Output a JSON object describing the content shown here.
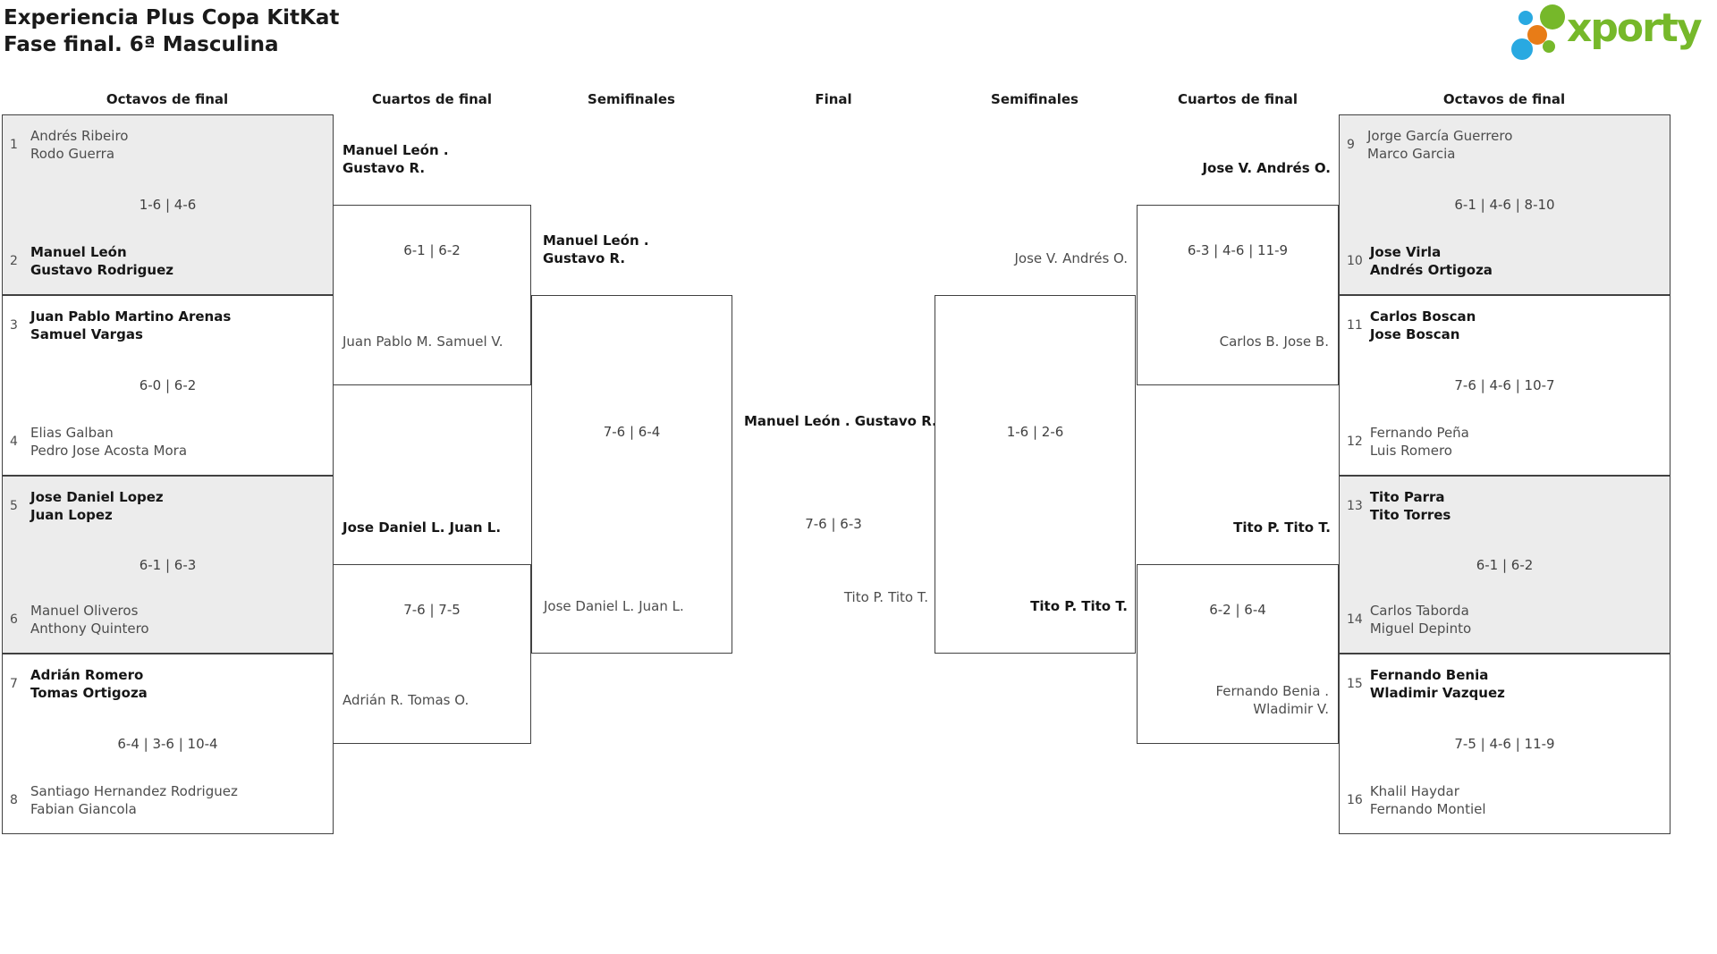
{
  "header": {
    "title_line1": "Experiencia Plus Copa KitKat",
    "title_line2": "Fase final. 6ª Masculina",
    "logo_text": "xporty",
    "logo_colors": {
      "green": "#76b82a",
      "blue": "#29a9e1",
      "orange": "#e87c17"
    }
  },
  "round_headers": [
    "Octavos de final",
    "Cuartos de final",
    "Semifinales",
    "Final",
    "Semifinales",
    "Cuartos de final",
    "Octavos de final"
  ],
  "colors": {
    "box_border": "#414141",
    "box_shaded_fill": "#ececec",
    "text_normal": "#4d4d4d",
    "text_winner": "#161616"
  },
  "bracket": {
    "octavos_left": [
      {
        "seed_top": "1",
        "team_top": [
          "Andrés Ribeiro",
          "Rodo Guerra"
        ],
        "score": "1-6 | 4-6",
        "seed_bottom": "2",
        "team_bottom": [
          "Manuel León",
          "Gustavo Rodriguez"
        ],
        "winner": "bottom"
      },
      {
        "seed_top": "3",
        "team_top": [
          "Juan Pablo Martino Arenas",
          "Samuel Vargas"
        ],
        "score": "6-0 | 6-2",
        "seed_bottom": "4",
        "team_bottom": [
          "Elias Galban",
          "Pedro Jose Acosta Mora"
        ],
        "winner": "top"
      },
      {
        "seed_top": "5",
        "team_top": [
          "Jose Daniel Lopez",
          "Juan Lopez"
        ],
        "score": "6-1 | 6-3",
        "seed_bottom": "6",
        "team_bottom": [
          "Manuel Oliveros",
          "Anthony Quintero"
        ],
        "winner": "top"
      },
      {
        "seed_top": "7",
        "team_top": [
          "Adrián Romero",
          "Tomas Ortigoza"
        ],
        "score": "6-4 | 3-6 | 10-4",
        "seed_bottom": "8",
        "team_bottom": [
          "Santiago Hernandez Rodriguez",
          "Fabian Giancola"
        ],
        "winner": "top"
      }
    ],
    "cuartos_left": [
      {
        "winner_label": [
          "Manuel León .",
          "Gustavo R."
        ],
        "score": "6-1 | 6-2",
        "loser_label": [
          "Juan Pablo M.",
          "Samuel V."
        ]
      },
      {
        "winner_label": [
          "Jose Daniel L.",
          "Juan L."
        ],
        "score": "7-6 | 7-5",
        "loser_label": [
          "Adrián R.",
          "Tomas O."
        ]
      }
    ],
    "semifinal_left": {
      "winner_label": [
        "Manuel León .",
        "Gustavo R."
      ],
      "score": "7-6 | 6-4",
      "loser_label": [
        "Jose Daniel L.",
        "Juan L."
      ]
    },
    "final": {
      "winner": [
        "Manuel León .",
        "Gustavo R."
      ],
      "score": "7-6 | 6-3",
      "runner_up": [
        "Tito P.",
        "Tito T."
      ]
    },
    "semifinal_right": {
      "entrant_top": [
        "Jose V.",
        "Andrés O."
      ],
      "score": "1-6 | 2-6",
      "winner_label": [
        "Tito P.",
        "Tito T."
      ]
    },
    "cuartos_right": [
      {
        "winner_label": [
          "Jose V.",
          "Andrés O."
        ],
        "score": "6-3 | 4-6 | 11-9",
        "loser_label": [
          "Carlos B.",
          "Jose B."
        ]
      },
      {
        "winner_label": [
          "Tito P.",
          "Tito T."
        ],
        "score": "6-2 | 6-4",
        "loser_label": [
          "Fernando Benia .",
          "Wladimir V."
        ]
      }
    ],
    "octavos_right": [
      {
        "seed_top": "9",
        "team_top": [
          "Jorge García Guerrero",
          "Marco Garcia"
        ],
        "score": "6-1 | 4-6 | 8-10",
        "seed_bottom": "10",
        "team_bottom": [
          "Jose Virla",
          "Andrés Ortigoza"
        ],
        "winner": "bottom"
      },
      {
        "seed_top": "11",
        "team_top": [
          "Carlos Boscan",
          "Jose Boscan"
        ],
        "score": "7-6 | 4-6 | 10-7",
        "seed_bottom": "12",
        "team_bottom": [
          "Fernando Peña",
          "Luis Romero"
        ],
        "winner": "top"
      },
      {
        "seed_top": "13",
        "team_top": [
          "Tito Parra",
          "Tito Torres"
        ],
        "score": "6-1 | 6-2",
        "seed_bottom": "14",
        "team_bottom": [
          "Carlos Taborda",
          "Miguel Depinto"
        ],
        "winner": "top"
      },
      {
        "seed_top": "15",
        "team_top": [
          "Fernando Benia",
          "Wladimir Vazquez"
        ],
        "score": "7-5 | 4-6 | 11-9",
        "seed_bottom": "16",
        "team_bottom": [
          "Khalil Haydar",
          "Fernando Montiel"
        ],
        "winner": "top"
      }
    ]
  }
}
